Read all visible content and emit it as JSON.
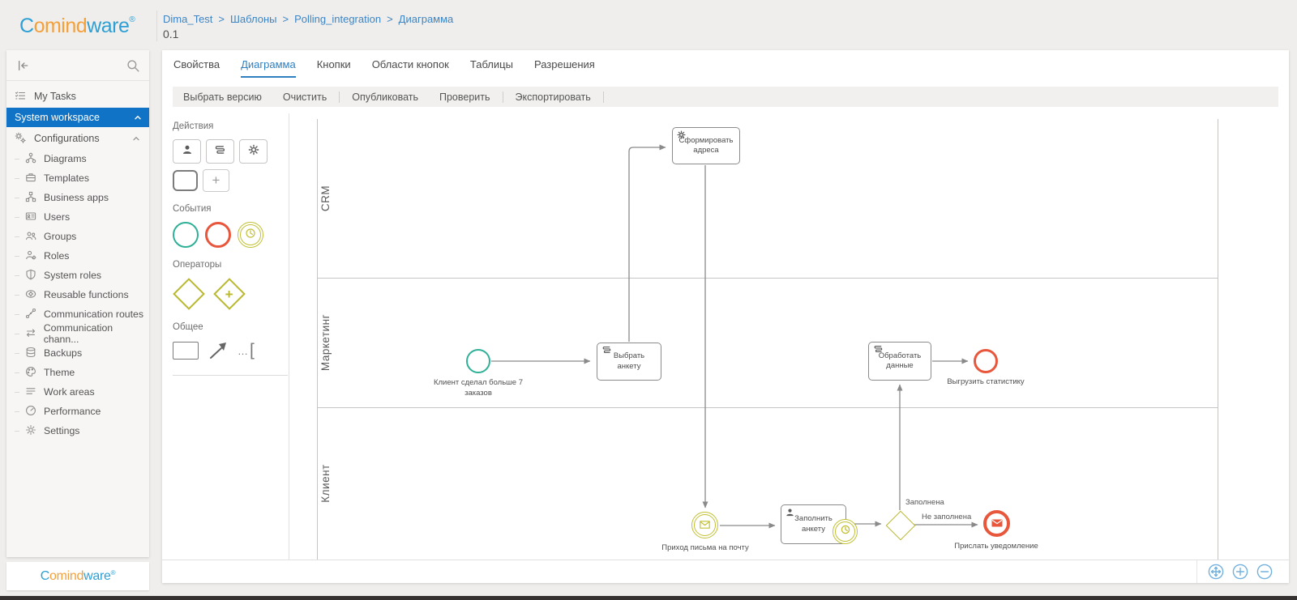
{
  "colors": {
    "accent": "#2f80c0",
    "selected_nav": "#1173c5",
    "logo_blue": "#2e9fd4",
    "logo_orange": "#f4a03a",
    "event_green": "#2fb097",
    "event_red": "#e8563c",
    "operator_yellow": "#b9b82f"
  },
  "logo": {
    "c1": "C",
    "c2": "omind",
    "c3": "ware",
    "reg": "®"
  },
  "breadcrumb": {
    "items": [
      "Dima_Test",
      "Шаблоны",
      "Polling_integration",
      "Диаграмма"
    ],
    "separator": ">",
    "version": "0.1"
  },
  "sidebar": {
    "items": [
      {
        "label": "My Tasks"
      },
      {
        "label": "System workspace"
      },
      {
        "label": "Configurations"
      }
    ],
    "sub_items": [
      {
        "label": "Diagrams"
      },
      {
        "label": "Templates"
      },
      {
        "label": "Business apps"
      },
      {
        "label": "Users"
      },
      {
        "label": "Groups"
      },
      {
        "label": "Roles"
      },
      {
        "label": "System roles"
      },
      {
        "label": "Reusable functions"
      },
      {
        "label": "Communication routes"
      },
      {
        "label": "Communication chann..."
      },
      {
        "label": "Backups"
      },
      {
        "label": "Theme"
      },
      {
        "label": "Work areas"
      },
      {
        "label": "Performance"
      },
      {
        "label": "Settings"
      }
    ]
  },
  "tabs": [
    {
      "label": "Свойства"
    },
    {
      "label": "Диаграмма"
    },
    {
      "label": "Кнопки"
    },
    {
      "label": "Области кнопок"
    },
    {
      "label": "Таблицы"
    },
    {
      "label": "Разрешения"
    }
  ],
  "toolbar": {
    "buttons": [
      "Выбрать версию",
      "Очистить",
      "Опубликовать",
      "Проверить",
      "Экспортировать"
    ]
  },
  "palette": {
    "sections": {
      "actions": "Действия",
      "events": "События",
      "operators": "Операторы",
      "general": "Общее"
    },
    "annotation_dots": "…",
    "annotation_bracket": "[",
    "plus": "+"
  },
  "diagram": {
    "lanes": [
      {
        "label": "CRM"
      },
      {
        "label": "Маркетинг"
      },
      {
        "label": "Клиент"
      }
    ],
    "tasks": {
      "form_addresses": {
        "label": "Сформировать адреса",
        "icon": "gear"
      },
      "choose_form": {
        "label": "Выбрать анкету",
        "icon": "script"
      },
      "process_data": {
        "label": "Обработать данные",
        "icon": "script"
      },
      "fill_form": {
        "label": "Заполнить анкету",
        "icon": "user"
      }
    },
    "events": {
      "start": {
        "label": "Клиент сделал больше 7 заказов",
        "type": "start"
      },
      "end_stats": {
        "label": "Выгрузить статистику",
        "type": "end"
      },
      "mail_arrival": {
        "label": "Приход письма на почту",
        "type": "message-intermediate"
      },
      "timer": {
        "label": "",
        "type": "timer-boundary"
      },
      "send_notification": {
        "label": "Прислать уведомление",
        "type": "message-end"
      }
    },
    "gateway": {
      "labels": {
        "yes": "Заполнена",
        "no": "Не заполнена"
      }
    }
  }
}
